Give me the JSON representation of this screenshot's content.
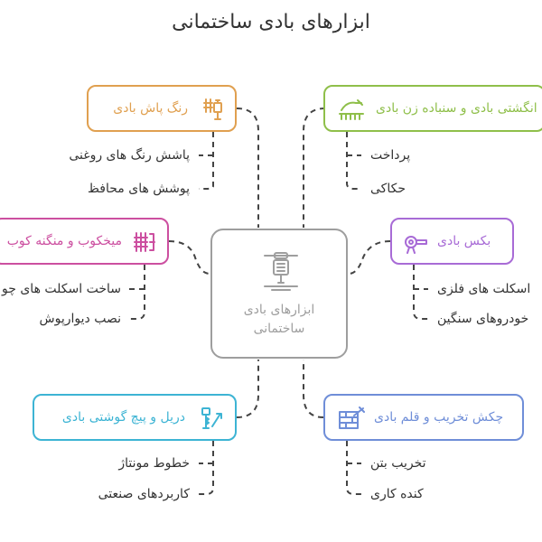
{
  "title": "ابزارهای بادی ساختمانی",
  "center": {
    "label": "ابزارهای بادی ساختمانی",
    "icon": "jackhammer-icon"
  },
  "colors": {
    "center": "#9e9e9e",
    "paint": "#e0a050",
    "sander": "#8fbf4a",
    "nailer": "#cc4fa0",
    "gun": "#a86bd6",
    "drill": "#3db4d4",
    "hammer": "#6f8ed8",
    "connector": "#444444"
  },
  "branches": {
    "paint": {
      "label": "رنگ پاش بادی",
      "icon": "paint-sprayer-icon",
      "items": [
        "پاشش رنگ های روغنی",
        "پوشش های محافظ"
      ]
    },
    "sander": {
      "label": "انگشتی بادی و سنباده زن بادی",
      "icon": "sander-icon",
      "items": [
        "پرداخت",
        "حکاکی"
      ]
    },
    "nailer": {
      "label": "میخکوب و منگنه کوب",
      "icon": "nailer-icon",
      "items": [
        "ساخت اسکلت های چو",
        "نصب دیوارپوش"
      ]
    },
    "gun": {
      "label": "بکس بادی",
      "icon": "impact-wrench-icon",
      "items": [
        "اسکلت های فلزی",
        "خودروهای سنگین"
      ]
    },
    "drill": {
      "label": "دریل و پیچ گوشتی بادی",
      "icon": "drill-icon",
      "items": [
        "خطوط مونتاژ",
        "کاربردهای صنعتی"
      ]
    },
    "hammer": {
      "label": "چکش تخریب و قلم بادی",
      "icon": "demolition-hammer-icon",
      "items": [
        "تخریب بتن",
        "کنده کاری"
      ]
    }
  }
}
